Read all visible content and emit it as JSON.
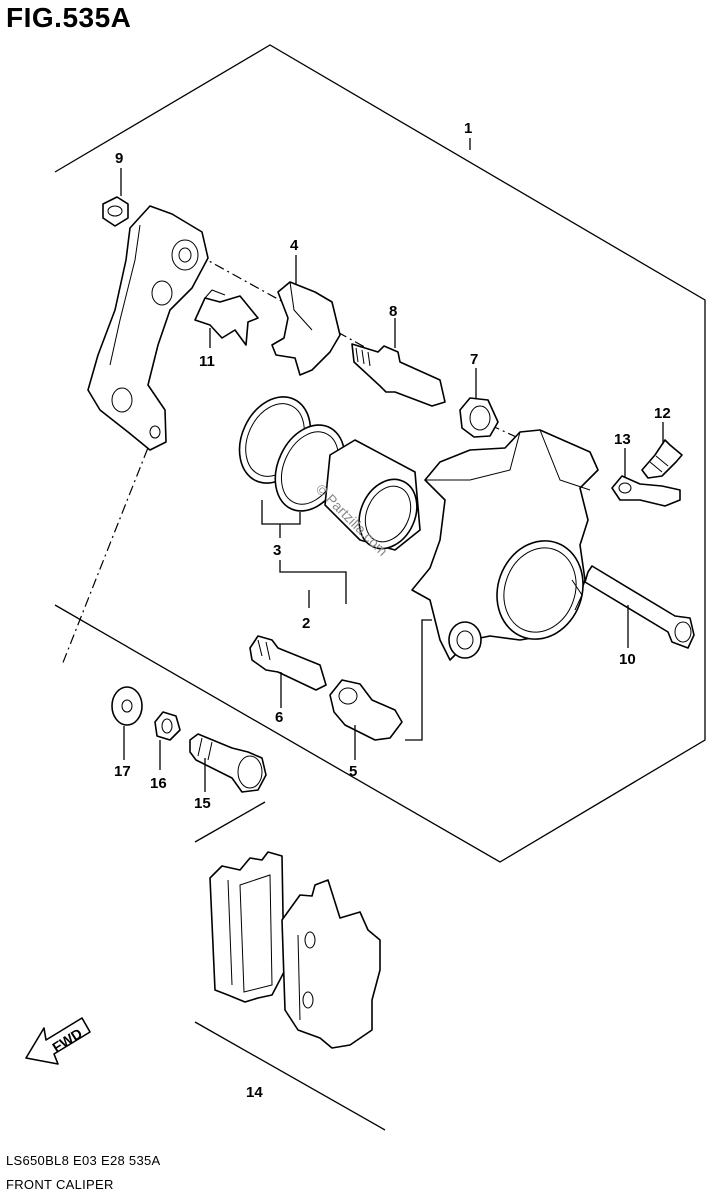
{
  "header": {
    "figure_label": "FIG.535A"
  },
  "footer": {
    "model_code": "LS650BL8  E03  E28  535A",
    "section_name": "FRONT CALIPER"
  },
  "watermark": {
    "text": "© Partzilla.com"
  },
  "direction_indicator": {
    "label": "FWD"
  },
  "callouts": [
    {
      "id": "1"
    },
    {
      "id": "2"
    },
    {
      "id": "3"
    },
    {
      "id": "4"
    },
    {
      "id": "5"
    },
    {
      "id": "6"
    },
    {
      "id": "7"
    },
    {
      "id": "8"
    },
    {
      "id": "9"
    },
    {
      "id": "10"
    },
    {
      "id": "11"
    },
    {
      "id": "12"
    },
    {
      "id": "13"
    },
    {
      "id": "14"
    },
    {
      "id": "15"
    },
    {
      "id": "16"
    },
    {
      "id": "17"
    }
  ]
}
